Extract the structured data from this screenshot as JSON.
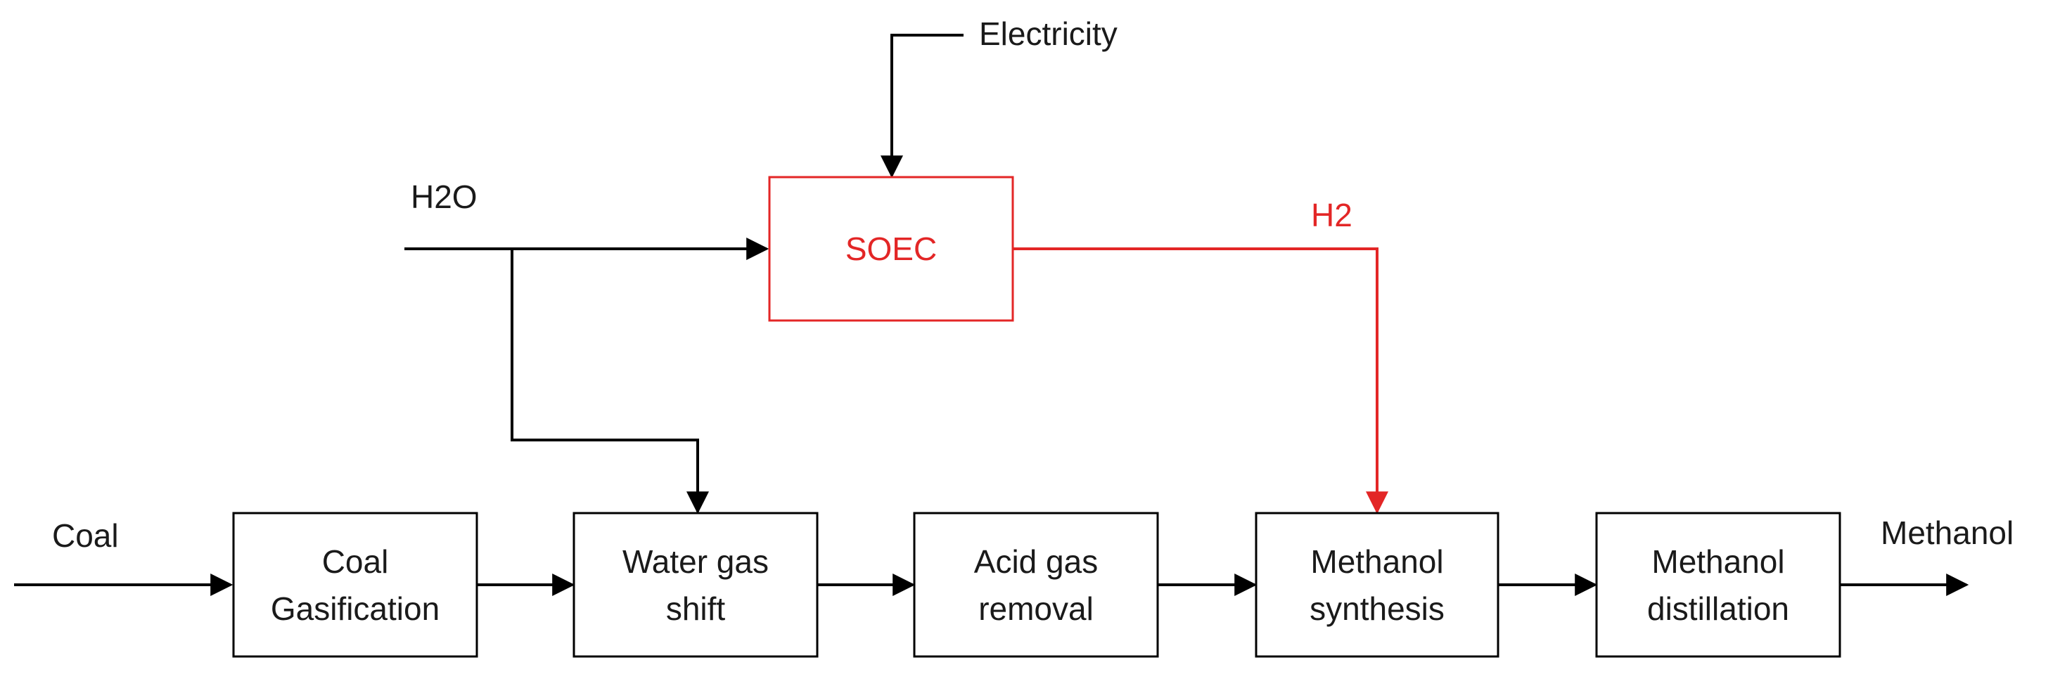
{
  "blocks": {
    "coal_gasification": {
      "line1": "Coal",
      "line2": "Gasification"
    },
    "water_gas_shift": {
      "line1": "Water gas",
      "line2": "shift"
    },
    "acid_gas_removal": {
      "line1": "Acid gas",
      "line2": "removal"
    },
    "methanol_synthesis": {
      "line1": "Methanol",
      "line2": "synthesis"
    },
    "methanol_distillation": {
      "line1": "Methanol",
      "line2": "distillation"
    },
    "soec": {
      "label": "SOEC"
    }
  },
  "flows": {
    "coal": "Coal",
    "methanol": "Methanol",
    "h2o": "H2O",
    "electricity": "Electricity",
    "h2": "H2"
  },
  "colors": {
    "main": "#000000",
    "highlight": "#e32626"
  }
}
